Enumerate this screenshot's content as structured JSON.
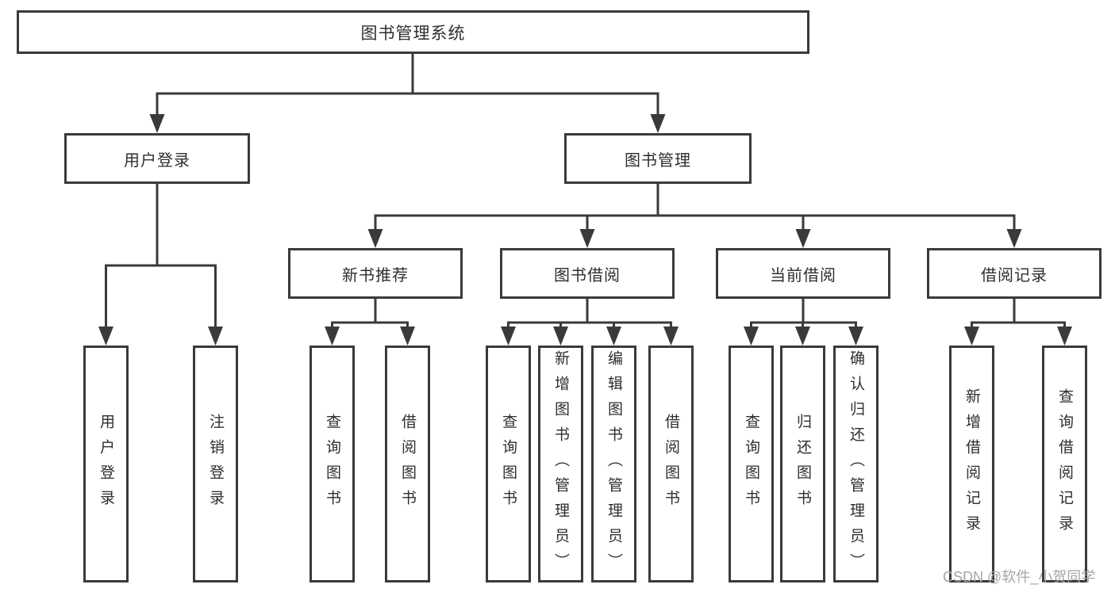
{
  "diagram": {
    "title": "图书管理系统",
    "nodes": {
      "root": "图书管理系统",
      "user_login": "用户登录",
      "book_mgmt": "图书管理",
      "new_books": "新书推荐",
      "book_borrow": "图书借阅",
      "current_borrow": "当前借阅",
      "borrow_records": "借阅记录",
      "ul_login": "用户登录",
      "ul_logout": "注销登录",
      "nb_query": "查询图书",
      "nb_borrow": "借阅图书",
      "bb_query": "查询图书",
      "bb_add": "新增图书（管理员）",
      "bb_edit": "编辑图书（管理员）",
      "bb_borrow": "借阅图书",
      "cb_query": "查询图书",
      "cb_return": "归还图书",
      "cb_confirm": "确认归还（管理员）",
      "br_add": "新增借阅记录",
      "br_query": "查询借阅记录"
    },
    "hierarchy": {
      "图书管理系统": {
        "用户登录": [
          "用户登录",
          "注销登录"
        ],
        "图书管理": {
          "新书推荐": [
            "查询图书",
            "借阅图书"
          ],
          "图书借阅": [
            "查询图书",
            "新增图书（管理员）",
            "编辑图书（管理员）",
            "借阅图书"
          ],
          "当前借阅": [
            "查询图书",
            "归还图书",
            "确认归还（管理员）"
          ],
          "借阅记录": [
            "新增借阅记录",
            "查询借阅记录"
          ]
        }
      }
    }
  },
  "watermark": "CSDN @软件_小贺同学",
  "colors": {
    "line": "#3a3a3a",
    "text": "#2e2e2e",
    "watermark": "#a6a6a6",
    "box_bg": "#ffffff",
    "background": "#ffffff"
  }
}
